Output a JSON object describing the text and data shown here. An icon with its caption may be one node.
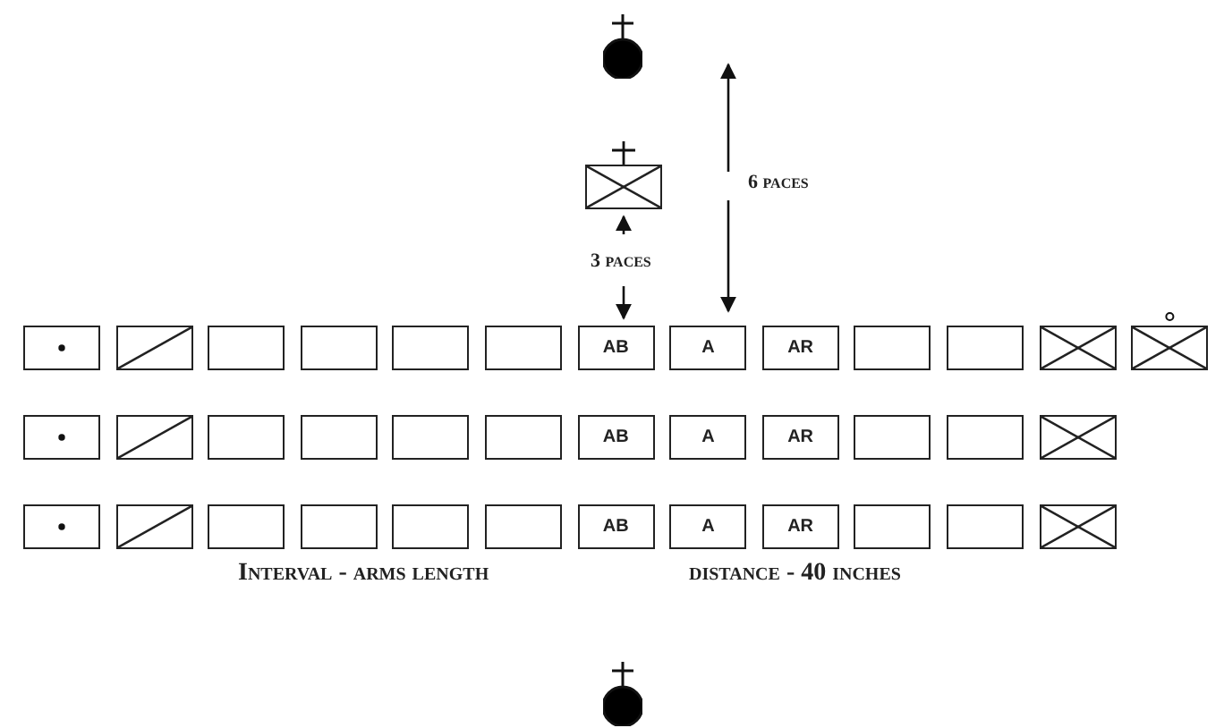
{
  "diagram": {
    "nodes": [
      {
        "text": [],
        "shape": "circle"
      },
      {
        "text": [],
        "shape": "box"
      },
      {
        "text": [],
        "shape": "box"
      },
      {
        "text": [],
        "shape": "box"
      },
      {
        "text": [],
        "shape": "box"
      },
      {
        "text": [],
        "shape": "box"
      },
      {
        "text": [],
        "shape": "box"
      },
      {
        "text": [],
        "shape": "box"
      },
      {
        "text": [
          "AB"
        ]
      },
      {
        "text": [
          "A"
        ]
      },
      {
        "text": [
          "AR"
        ]
      },
      {
        "text": [],
        "shape": "box"
      },
      {
        "text": [],
        "shape": "box"
      },
      {
        "text": [],
        "shape": "box"
      },
      {
        "text": [],
        "shape": "box"
      },
      {
        "text": [],
        "shape": "box"
      },
      {
        "text": [],
        "shape": "box"
      },
      {
        "text": [],
        "shape": "box"
      },
      {
        "text": [],
        "shape": "box"
      },
      {
        "text": [],
        "shape": "box"
      },
      {
        "text": [],
        "shape": "box"
      },
      {
        "text": [
          "AB"
        ]
      },
      {
        "text": [
          "A"
        ]
      },
      {
        "text": [
          "AR"
        ]
      },
      {
        "text": [],
        "shape": "box"
      },
      {
        "text": [],
        "shape": "box"
      },
      {
        "text": [],
        "shape": "box"
      },
      {
        "text": [],
        "shape": "box"
      },
      {
        "text": [],
        "shape": "box"
      },
      {
        "text": [],
        "shape": "box"
      },
      {
        "text": [],
        "shape": "box"
      },
      {
        "text": [],
        "shape": "box"
      },
      {
        "text": [],
        "shape": "box"
      },
      {
        "text": [
          "AB"
        ]
      },
      {
        "text": [
          "A"
        ]
      },
      {
        "text": [
          "AR"
        ]
      },
      {
        "text": [],
        "shape": "box"
      },
      {
        "text": [],
        "shape": "box"
      },
      {
        "text": [],
        "shape": "box"
      },
      {
        "text": [],
        "shape": "circle"
      }
    ],
    "labels": [
      "6 paces",
      "3 paces",
      "Interval - arms length",
      "distance - 40 inches"
    ]
  }
}
